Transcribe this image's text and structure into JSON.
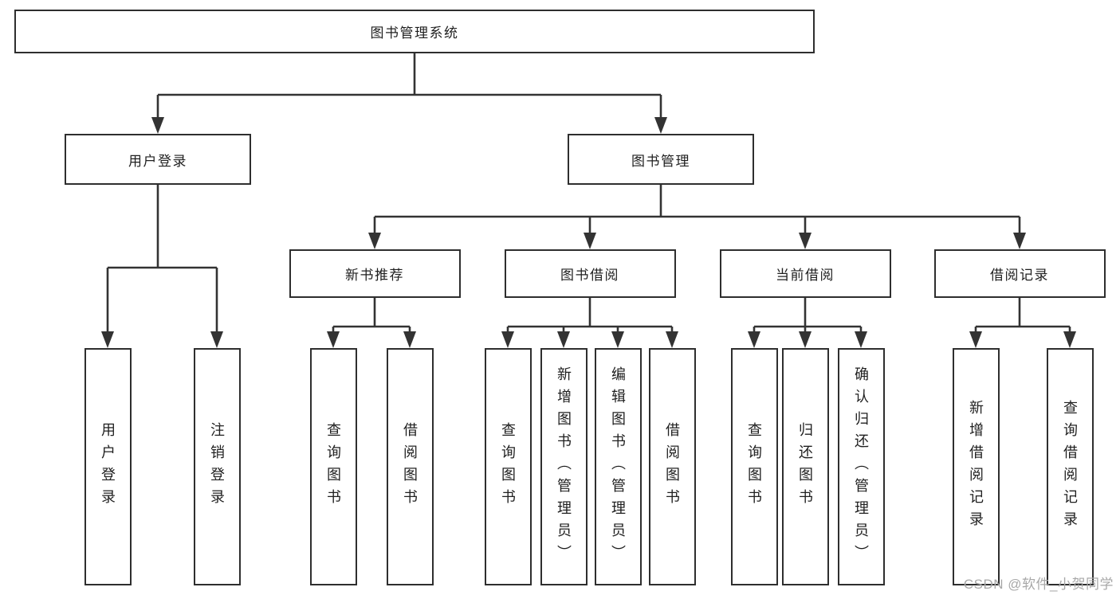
{
  "colors": {
    "background": "#ffffff",
    "line": "#333333",
    "box_border": "#2e2e2e",
    "text": "#1f1f1f",
    "watermark": "#a8a8a8"
  },
  "nodes": {
    "root": "图书管理系统",
    "user_login": "用户登录",
    "book_management": "图书管理",
    "new_book_recommend": "新书推荐",
    "book_borrow": "图书借阅",
    "current_borrow": "当前借阅",
    "borrow_records": "借阅记录",
    "ul_user_login": "用户登录",
    "ul_logout": "注销登录",
    "nb_query_books": "查询图书",
    "nb_borrow_books": "借阅图书",
    "bb_query_books": "查询图书",
    "bb_add_books": "新增图书（管理员）",
    "bb_edit_books": "编辑图书（管理员）",
    "bb_borrow_books": "借阅图书",
    "cb_query_books": "查询图书",
    "cb_return_books": "归还图书",
    "cb_confirm_return": "确认归还（管理员）",
    "br_add_record": "新增借阅记录",
    "br_query_record": "查询借阅记录"
  },
  "hierarchy": {
    "图书管理系统": [
      "用户登录",
      "图书管理"
    ],
    "用户登录": [
      "用户登录",
      "注销登录"
    ],
    "图书管理": [
      "新书推荐",
      "图书借阅",
      "当前借阅",
      "借阅记录"
    ],
    "新书推荐": [
      "查询图书",
      "借阅图书"
    ],
    "图书借阅": [
      "查询图书",
      "新增图书（管理员）",
      "编辑图书（管理员）",
      "借阅图书"
    ],
    "当前借阅": [
      "查询图书",
      "归还图书",
      "确认归还（管理员）"
    ],
    "借阅记录": [
      "新增借阅记录",
      "查询借阅记录"
    ]
  },
  "watermark": "CSDN @软件_小贺同学"
}
